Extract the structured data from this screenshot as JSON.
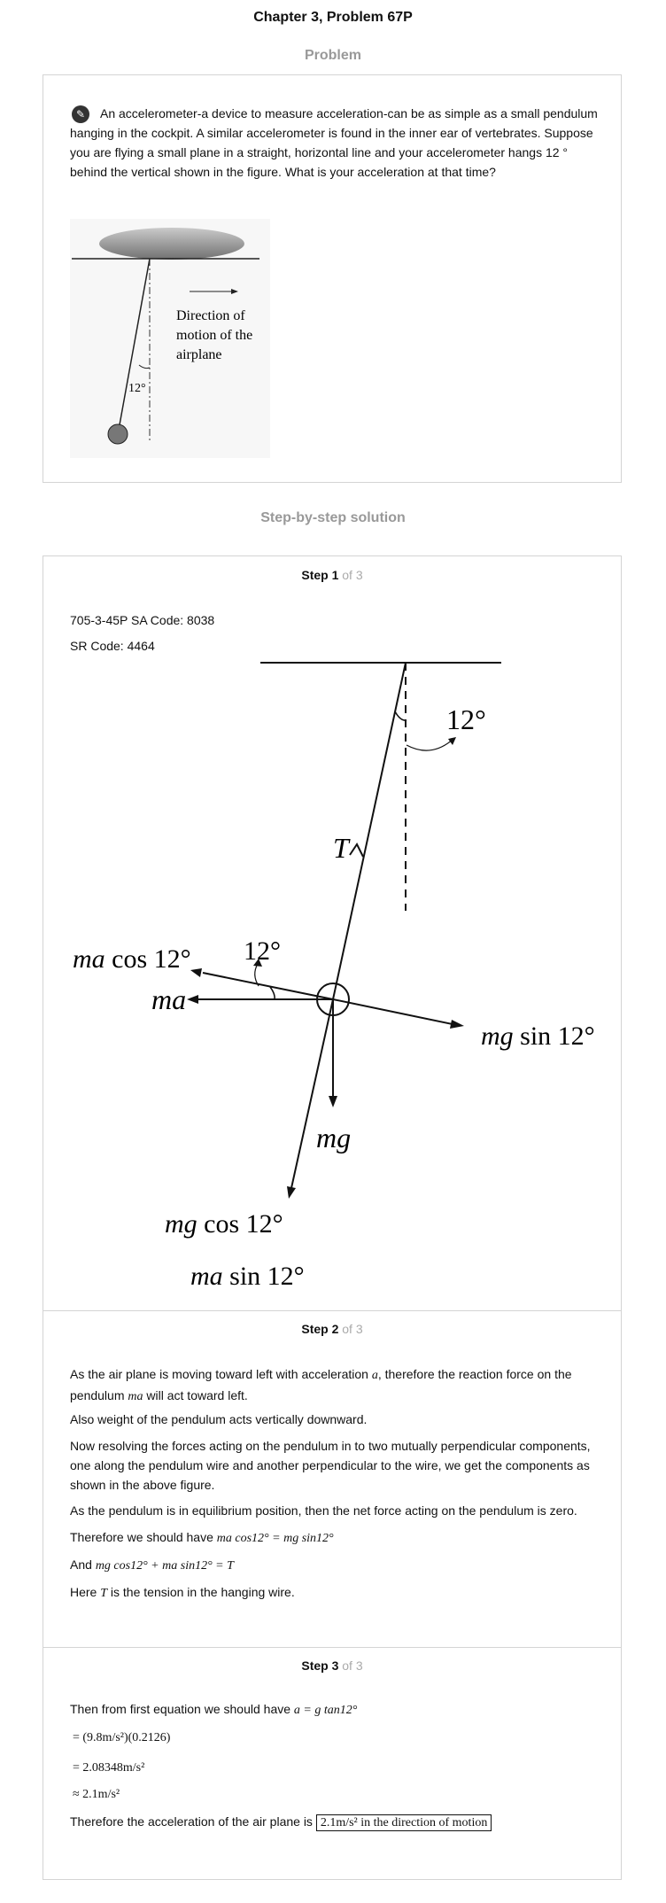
{
  "title": "Chapter 3, Problem 67P",
  "problem_heading": "Problem",
  "problem": {
    "text": "An accelerometer-a device to measure acceleration-can be as simple as a small pendulum hanging in the cockpit. A similar accelerometer is found in the inner ear of vertebrates. Suppose you are flying a small plane in a straight, horizontal line and your accelerometer hangs 12 ° behind the vertical shown in the figure. What is your acceleration at that time?",
    "figure": {
      "direction_line1": "Direction of",
      "direction_line2": "motion of the",
      "direction_line3": "airplane",
      "angle": "12°"
    }
  },
  "solution_heading": "Step-by-step solution",
  "steps": [
    {
      "label": "Step 1",
      "of": "of 3",
      "lines": [
        "705-3-45P SA Code: 8038",
        "SR Code: 4464"
      ],
      "diagram": {
        "angle_top": "12°",
        "tension": "T",
        "angle_left": "12°",
        "ma_cos_italic": "ma",
        "ma_cos_rest": " cos 12°",
        "ma": "ma",
        "mg_sin_italic": "mg",
        "mg_sin_rest": " sin 12°",
        "mg": "mg",
        "mg_cos_italic": "mg",
        "mg_cos_rest": " cos 12°",
        "ma_sin_italic": "ma",
        "ma_sin_rest": " sin 12°"
      }
    },
    {
      "label": "Step 2",
      "of": "of 3",
      "p1_a": "As the air plane is moving toward left with acceleration ",
      "p1_var": "a",
      "p1_b": ", therefore the reaction force on the pendulum ",
      "p1_var2": "ma",
      "p1_c": " will act toward left.",
      "p2": "Also weight of the pendulum acts vertically downward.",
      "p3": "Now resolving the forces acting on the pendulum in to two mutually perpendicular components, one along the pendulum wire and another perpendicular to the wire, we get the components as shown in the above figure.",
      "p4": "As the pendulum is in equilibrium position, then the net force acting on the pendulum is zero.",
      "p5": "Therefore we should have ",
      "eq1": "ma cos12° = mg sin12°",
      "p6": "And ",
      "eq2": "mg cos12° + ma sin12° = T",
      "p7_a": "Here ",
      "p7_var": "T",
      "p7_b": " is the tension in the hanging wire."
    },
    {
      "label": "Step 3",
      "of": "of 3",
      "p1": "Then from first equation we should have ",
      "eq1": "a = g tan12°",
      "eq2": "= (9.8m/s²)(0.2126)",
      "eq3": "= 2.08348m/s²",
      "eq4": "≈ 2.1m/s²",
      "p2": "Therefore the acceleration of the air plane is ",
      "answer": "2.1m/s² in the direction of motion"
    }
  ]
}
